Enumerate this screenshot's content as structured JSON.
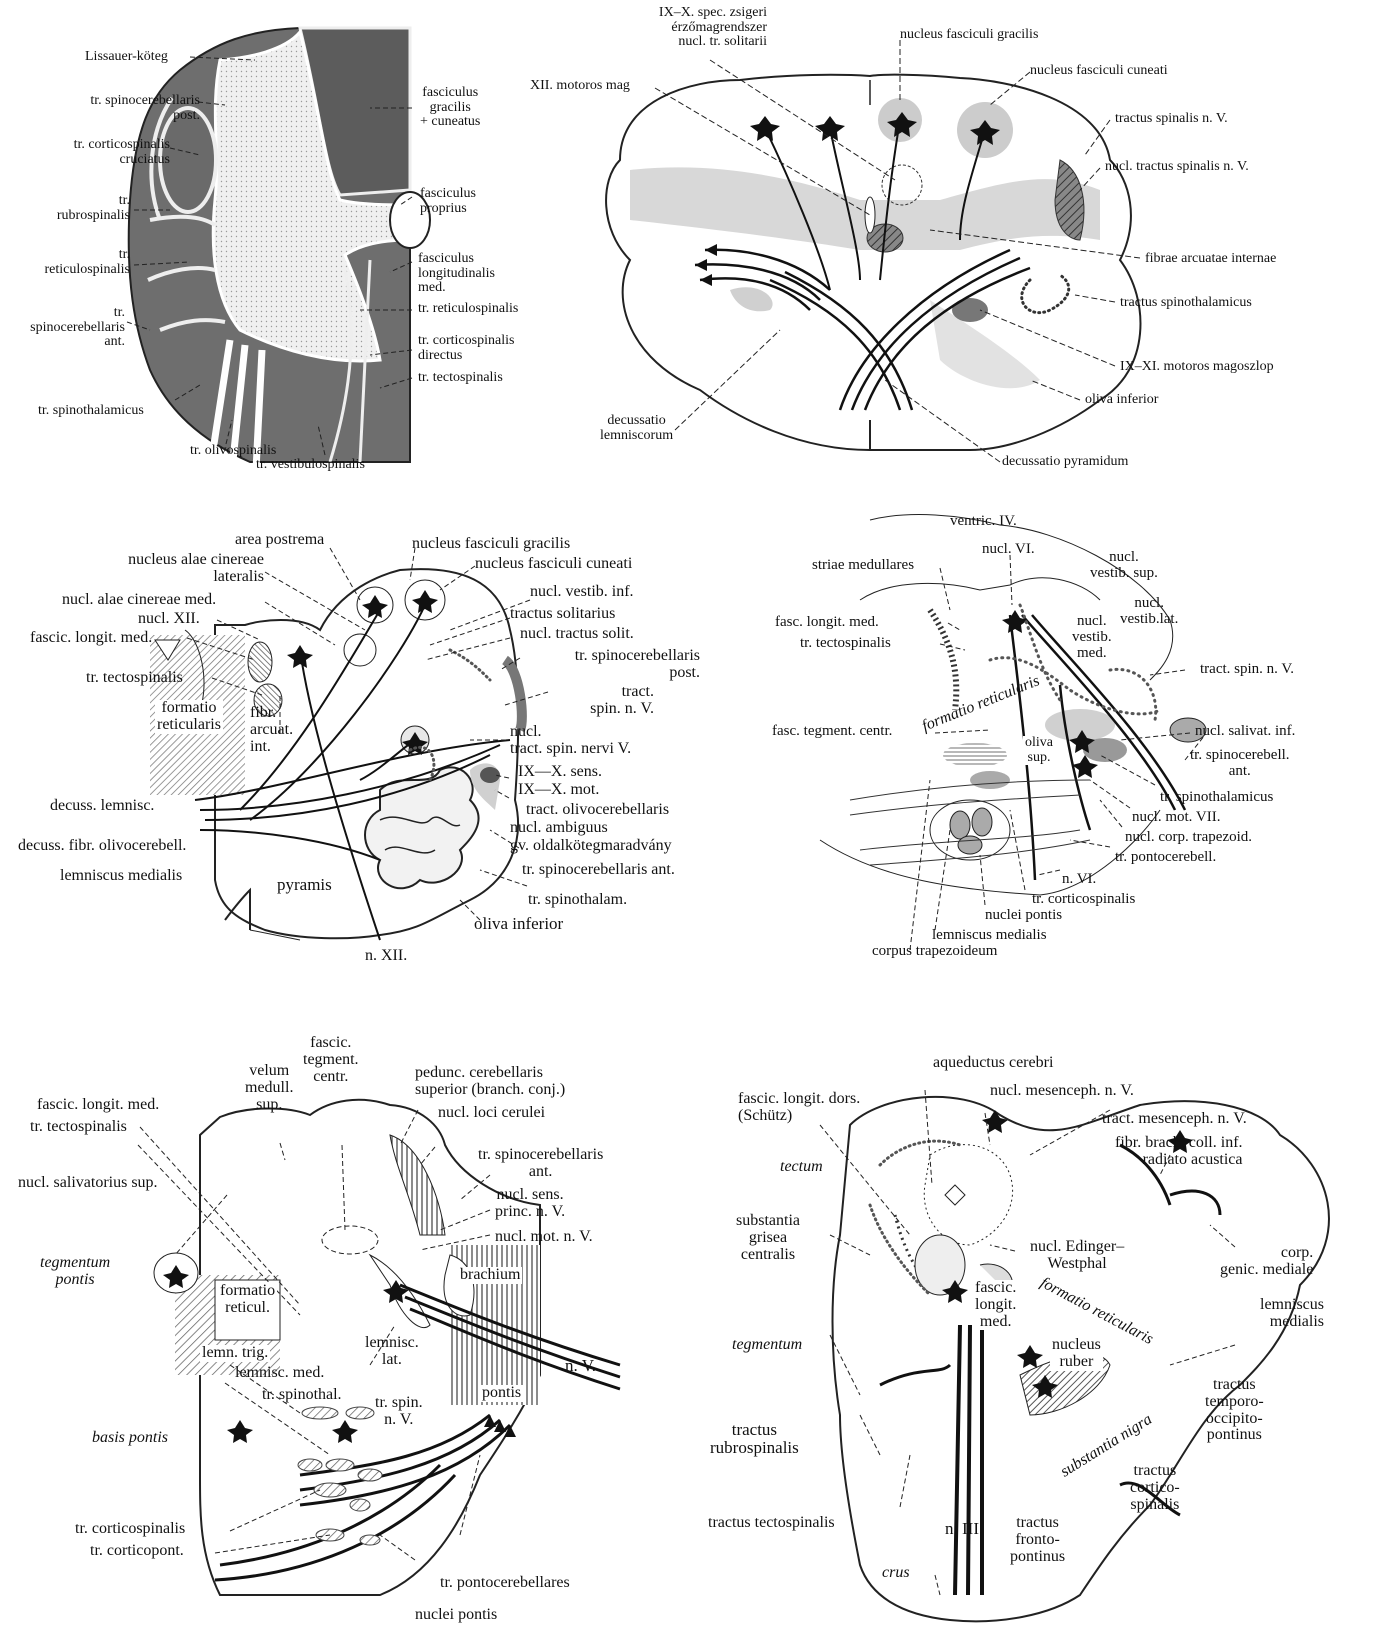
{
  "panels": {
    "p1": {
      "labels": {
        "lissauer": "Lissauer-köteg",
        "spinocereb_post": "tr. spinocerebellaris\npost.",
        "corticospinalis_cruc": "tr. corticospinalis\ncruciatus",
        "rubrospinalis": "tr.\nrubrospinalis",
        "reticulospinalis": "tr.\nreticulospinalis",
        "spinocereb_ant": "tr.\nspinocerebellaris\nant.",
        "spinothalamicus": "tr. spinothalamicus",
        "olivospinalis": "tr. olivospinalis",
        "vestibulospinalis": "tr. vestibulospinalis",
        "gracilis_cuneatus": "fasciculus\ngracilis\n+ cuneatus",
        "proprius": "fasciculus\nproprius",
        "longitudinalis": "fasciculus\nlongitudinalis\nmed.",
        "reticulospinalis_r": "tr. reticulospinalis",
        "corticospinalis_dir": "tr. corticospinalis\ndirectus",
        "tectospinalis": "tr. tectospinalis"
      }
    },
    "p2": {
      "labels": {
        "ix_x": "IX–X. spec. zsigeri\nérzőmagrendszer\nnucl. tr. solitarii",
        "xii_motoros": "XII. motoros mag",
        "gracilis": "nucleus fasciculi gracilis",
        "cuneati": "nucleus fasciculi cuneati",
        "tractus_spinalis": "tractus spinalis n. V.",
        "nucl_tractus_spinalis": "nucl. tractus spinalis n. V.",
        "fibrae_arcuatae": "fibrae arcuatae internae",
        "spinothalamicus": "tractus spinothalamicus",
        "ix_xi": "IX–XI. motoros magoszlop",
        "oliva_inferior": "oliva inferior",
        "decussatio_lemn": "decussatio\nlemniscorum",
        "decussatio_pyr": "decussatio pyramidum"
      }
    },
    "p3": {
      "labels": {
        "area_postrema": "area postrema",
        "alae_cin_lat": "nucleus alae cinereae\nlateralis",
        "alae_cin_med": "nucl. alae cinereae med.",
        "nucl_xii": "nucl. XII.",
        "fasc_longit": "fascic. longit. med.",
        "tectospinalis": "tr. tectospinalis",
        "formatio": "formatio\nreticularis",
        "fibr_arcuat": "fibr.\narcuat.\nint.",
        "decuss_lemnisc": "decuss. lemnisc.",
        "decuss_fibr": "decuss. fibr. olivocerebell.",
        "lemniscus_med": "lemniscus medialis",
        "pyramis": "pyramis",
        "n_xii": "n. XII.",
        "fasc_gracilis": "nucleus fasciculi gracilis",
        "fasc_cuneati": "nucleus fasciculi cuneati",
        "vestib_inf": "nucl. vestib. inf.",
        "tract_solit": "tractus solitarius",
        "nucl_tract_solit": "nucl. tractus solit.",
        "spinocereb_post": "tr. spinocerebellaris\npost.",
        "tract_spin_v": "tract.\nspin. n. V.",
        "nucl_tract_spin": "nucl.\ntract. spin. nervi V.",
        "ix_x_sens": "IX—X. sens.",
        "ix_x_mot": "IX—X. mot.",
        "olivocereb": "tract. olivocerebellaris",
        "ambiguus": "nucl. ambiguus",
        "oldalkoteg": "gv. oldalkötegmaradvány",
        "spinocereb_ant": "tr. spinocerebellaris ant.",
        "spinothalam": "tr. spinothalam.",
        "oliva_inf": "oliva inferior"
      }
    },
    "p4": {
      "labels": {
        "ventric": "ventric. IV.",
        "nucl_vi": "nucl. VI.",
        "striae": "striae medullares",
        "vestib_sup": "nucl.\nvestib. sup.",
        "vestib_lat": "nucl.\nvestib.lat.",
        "vestib_med": "nucl.\nvestib.\nmed.",
        "fasc_longit": "fasc. longit. med.",
        "tectospinalis": "tr. tectospinalis",
        "formatio": "formatio reticularis",
        "tract_spin": "tract. spin. n. V.",
        "fasc_tegment": "fasc. tegment. centr.",
        "salivat_inf": "nucl. salivat. inf.",
        "oliva_sup": "oliva\nsup.",
        "spinocereb_ant": "tr. spinocerebell.\nant.",
        "spinothalamicus": "tr. spinothalamicus",
        "mot_vii": "nucl. mot. VII.",
        "corp_trapezoid": "nucl. corp. trapezoid.",
        "pontocerebell": "tr. pontocerebell.",
        "n_vi": "n. VI.",
        "corticospinalis": "tr. corticospinalis",
        "nuclei_pontis": "nuclei pontis",
        "lemniscus_med": "lemniscus medialis",
        "corpus_trap": "corpus trapezoideum"
      }
    },
    "p5": {
      "labels": {
        "fascic_tegment": "fascic.\ntegment.\ncentr.",
        "velum": "velum\nmedull.\nsup.",
        "fasc_longit": "fascic. longit. med.",
        "tectospinalis": "tr. tectospinalis",
        "salivatorius": "nucl. salivatorius sup.",
        "tegmentum": "tegmentum\npontis",
        "pedunc": "pedunc. cerebellaris\nsuperior (branch. conj.)",
        "loci_cerulei": "nucl. loci cerulei",
        "spinocereb_ant": "tr. spinocerebellaris\nant.",
        "sens_princ": "nucl. sens.\nprinc. n. V.",
        "mot_v": "nucl. mot. n. V.",
        "formatio": "formatio\nreticul.",
        "lemn_trig": "lemn. trig.",
        "brachium": "brachium",
        "lemnisc_med": "lemnisc. med.",
        "lemnisc_lat": "lemnisc.\nlat.",
        "n_v": "n. V.",
        "spinothal": "tr. spinothal.",
        "tr_spin": "tr. spin.\nn. V.",
        "pontis": "pontis",
        "basis": "basis pontis",
        "corticospinalis": "tr. corticospinalis",
        "corticopont": "tr. corticopont.",
        "pontocereb": "tr. pontocerebellares",
        "nuclei_pontis": "nuclei pontis"
      }
    },
    "p6": {
      "labels": {
        "aqueductus": "aqueductus cerebri",
        "fascic_dors": "fascic. longit. dors.\n(Schütz)",
        "mesenceph": "nucl. mesenceph. n. V.",
        "tract_mesenceph": "tract. mesenceph. n. V.",
        "fibr_brach": "fibr. brach. coll. inf.\nradiato acustica",
        "tectum": "tectum",
        "substantia_grisea": "substantia\ngrisea\ncentralis",
        "edinger": "nucl. Edinger–\nWestphal",
        "corp_genic": "corp.\ngenic. mediale",
        "lemniscus_med": "lemniscus\nmedialis",
        "formatio": "formatio reticularis",
        "fascic_longit_med": "fascic.\nlongit.\nmed.",
        "nucleus_ruber": "nucleus\nruber",
        "tegmentum": "tegmentum",
        "tractus_temporo": "tractus\ntemporo-\noccipito-\npontinus",
        "substantia_nigra": "substantia nigra",
        "tractus_rubro": "tractus\nrubrospinalis",
        "tractus_cortico": "tractus\ncortico-\nspinalis",
        "tractus_tecto": "tractus tectospinalis",
        "n_iii": "n. III.",
        "tractus_fronto": "tractus\nfronto-\npontinus",
        "crus": "crus"
      }
    }
  }
}
